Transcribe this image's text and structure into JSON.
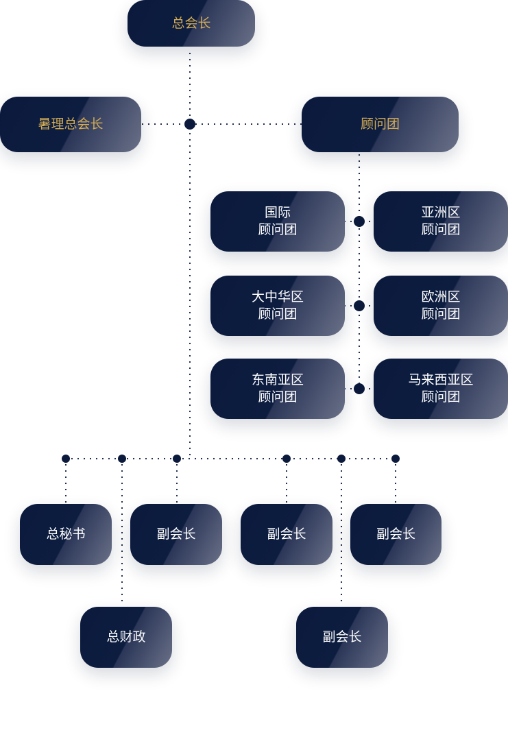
{
  "nodes": {
    "president": "总会长",
    "acting_president": "暑理总会长",
    "advisory_board": "顾问团",
    "intl_advisory": "国际\n顾问团",
    "asia_advisory": "亚洲区\n顾问团",
    "greater_china_advisory": "大中华区\n顾问团",
    "europe_advisory": "欧洲区\n顾问团",
    "sea_advisory": "东南亚区\n顾问团",
    "malaysia_advisory": "马来西亚区\n顾问团",
    "secretary_general": "总秘书",
    "vice_president_1": "副会长",
    "vice_president_2": "副会长",
    "vice_president_3": "副会长",
    "treasurer": "总财政",
    "vice_president_4": "副会长"
  },
  "colors": {
    "box_fill": "#0b1a3c",
    "box_highlight": "#6a7188",
    "gold_text": "#d3ac55",
    "white_text": "#ffffff",
    "connector": "#0b1a3c"
  }
}
